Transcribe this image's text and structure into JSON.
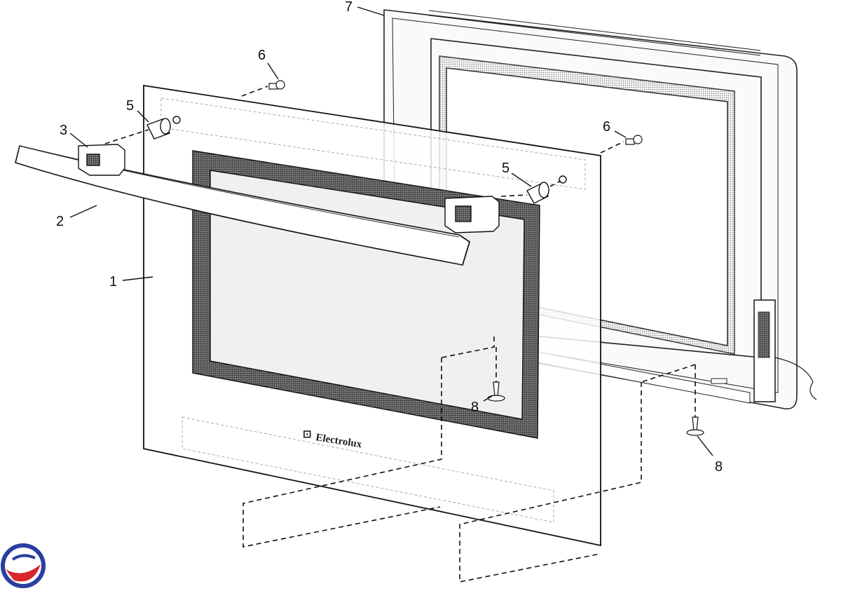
{
  "diagram": {
    "part_labels": {
      "p1": "1",
      "p2": "2",
      "p3": "3",
      "p5a": "5",
      "p5b": "5",
      "p6a": "6",
      "p6b": "6",
      "p7": "7",
      "p8a": "8",
      "p8b": "8"
    },
    "brand_text": "Electrolux",
    "brand_glyph": "⊡",
    "logo_colors": {
      "blue": "#2a3f9e",
      "red": "#d8262b"
    }
  }
}
